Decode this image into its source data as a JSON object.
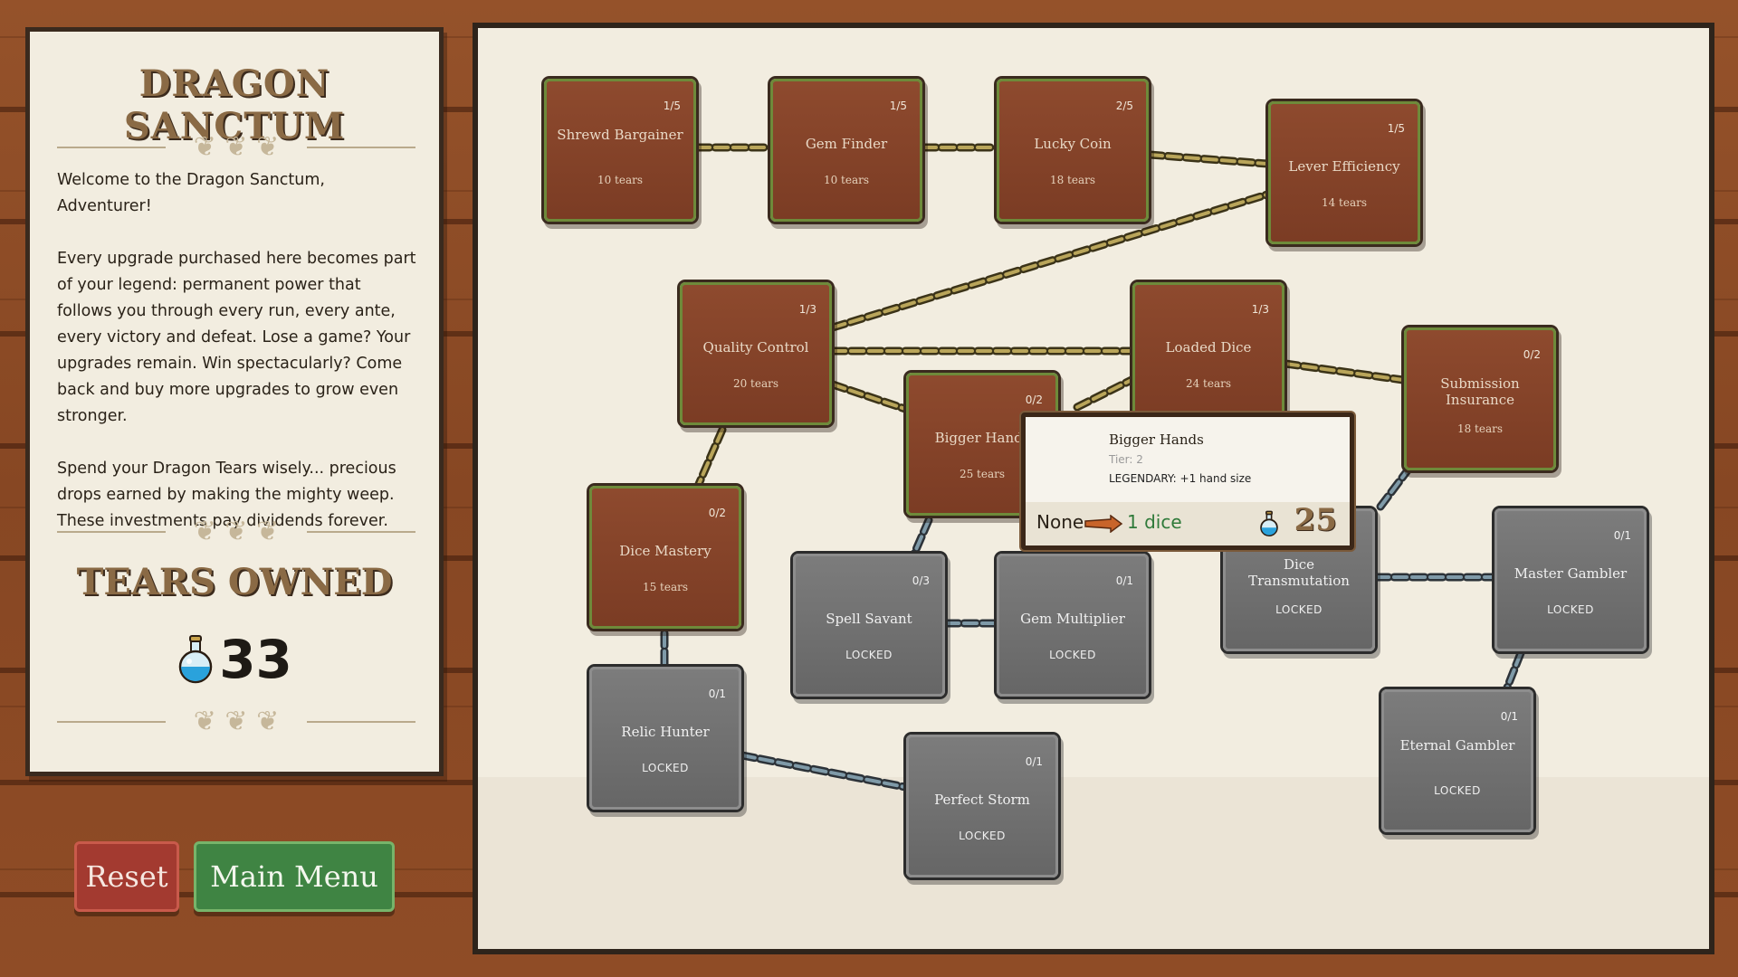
{
  "panel": {
    "title": "DRAGON SANCTUM",
    "ornament": "❦ ❦ ❦",
    "intro": [
      "Welcome to the Dragon Sanctum, Adventurer!",
      "Every upgrade purchased here becomes part of your legend: permanent power that follows you through every run, every ante, every victory and defeat. Lose a game? Your upgrades remain. Win spectacularly? Come back and buy more upgrades to grow even stronger.",
      "Spend your Dragon Tears wisely... precious drops earned by making the mighty weep. These investments pay dividends forever."
    ],
    "tears_title": "TEARS OWNED",
    "tears_count": "33",
    "tears_icon": "potion-icon"
  },
  "buttons": {
    "reset": "Reset",
    "main_menu": "Main Menu"
  },
  "nodes": {
    "shrewd_bargainer": {
      "name": "Shrewd Bargainer",
      "tier": "1/5",
      "cost": "10 tears"
    },
    "gem_finder": {
      "name": "Gem Finder",
      "tier": "1/5",
      "cost": "10 tears"
    },
    "lucky_coin": {
      "name": "Lucky Coin",
      "tier": "2/5",
      "cost": "18 tears"
    },
    "lever_efficiency": {
      "name": "Lever Efficiency",
      "tier": "1/5",
      "cost": "14 tears"
    },
    "quality_control": {
      "name": "Quality Control",
      "tier": "1/3",
      "cost": "20 tears"
    },
    "loaded_dice": {
      "name": "Loaded Dice",
      "tier": "1/3",
      "cost": "24 tears"
    },
    "bigger_hands": {
      "name": "Bigger Hands",
      "tier": "0/2",
      "cost": "25 tears"
    },
    "submission_insurance": {
      "name": "Submission Insurance",
      "tier": "0/2",
      "cost": "18 tears"
    },
    "dice_mastery": {
      "name": "Dice Mastery",
      "tier": "0/2",
      "cost": "15 tears"
    },
    "spell_savant": {
      "name": "Spell Savant",
      "tier": "0/3",
      "cost": "LOCKED"
    },
    "gem_multiplier": {
      "name": "Gem Multiplier",
      "tier": "0/1",
      "cost": "LOCKED"
    },
    "dice_transmutation": {
      "name": "Dice Transmutation",
      "tier": "",
      "cost": "LOCKED"
    },
    "master_gambler": {
      "name": "Master Gambler",
      "tier": "0/1",
      "cost": "LOCKED"
    },
    "relic_hunter": {
      "name": "Relic Hunter",
      "tier": "0/1",
      "cost": "LOCKED"
    },
    "perfect_storm": {
      "name": "Perfect Storm",
      "tier": "0/1",
      "cost": "LOCKED"
    },
    "eternal_gambler": {
      "name": "Eternal Gambler",
      "tier": "0/1",
      "cost": "LOCKED"
    }
  },
  "tooltip": {
    "name": "Bigger Hands",
    "tier": "Tier: 2",
    "description": "LEGENDARY: +1 hand size",
    "current": "None",
    "next": "1 dice",
    "cost": "25"
  },
  "colors": {
    "wood": "#8a4a24",
    "parchment": "#f2ede0",
    "title_gold": "#8a6a45",
    "unlocked_node": "#7b3c24",
    "locked_node": "#6e6e6e",
    "reset_button": "#a33a30",
    "menu_button": "#3f8443"
  }
}
